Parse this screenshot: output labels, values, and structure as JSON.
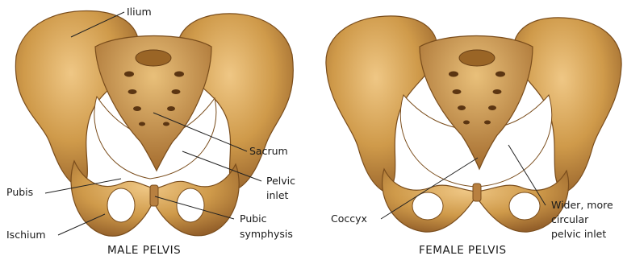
{
  "colors": {
    "bone": "#c8913f",
    "bone_light": "#e2b76a",
    "bone_dark": "#8a5a22",
    "leader_line": "#222222"
  },
  "male_pelvis": {
    "caption": "MALE PELVIS",
    "labels": {
      "ilium": "Ilium",
      "sacrum": "Sacrum",
      "pelvic_inlet_1": "Pelvic",
      "pelvic_inlet_2": "inlet",
      "pubis": "Pubis",
      "pubic_symphysis_1": "Pubic",
      "pubic_symphysis_2": "symphysis",
      "ischium": "Ischium"
    }
  },
  "female_pelvis": {
    "caption": "FEMALE PELVIS",
    "labels": {
      "coccyx": "Coccyx",
      "wider_inlet_1": "Wider, more",
      "wider_inlet_2": "circular",
      "wider_inlet_3": "pelvic inlet"
    }
  }
}
